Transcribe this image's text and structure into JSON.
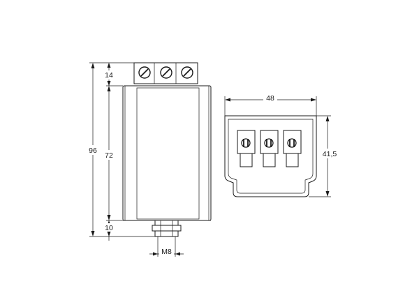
{
  "dimensions": {
    "total_height": "96",
    "terminal_height": "14",
    "body_height": "72",
    "bottom_height": "10",
    "thread": "M8",
    "width": "48",
    "depth": "41,5"
  },
  "colors": {
    "line": "#1a1a1a",
    "background": "#ffffff"
  }
}
